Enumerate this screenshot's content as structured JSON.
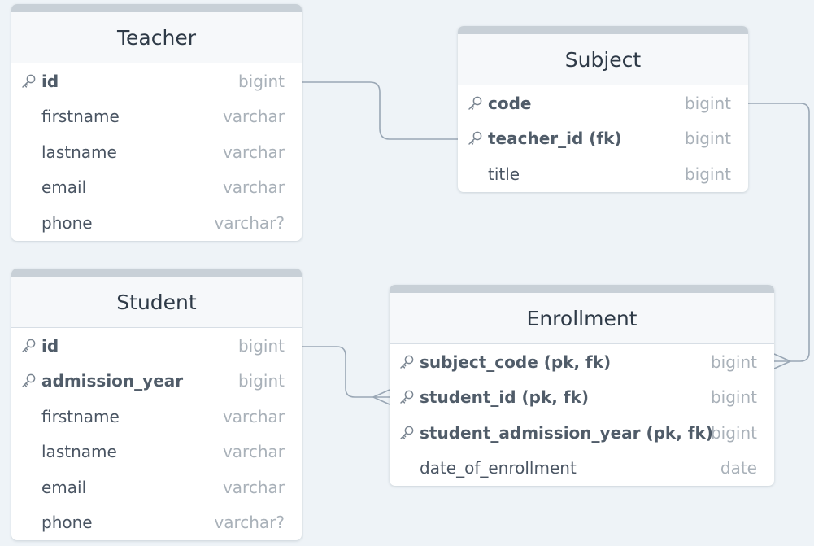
{
  "tables": {
    "teacher": {
      "title": "Teacher",
      "fields": [
        {
          "name": "id",
          "type": "bigint",
          "key": true
        },
        {
          "name": "firstname",
          "type": "varchar",
          "key": false
        },
        {
          "name": "lastname",
          "type": "varchar",
          "key": false
        },
        {
          "name": "email",
          "type": "varchar",
          "key": false
        },
        {
          "name": "phone",
          "type": "varchar?",
          "key": false
        }
      ]
    },
    "subject": {
      "title": "Subject",
      "fields": [
        {
          "name": "code",
          "type": "bigint",
          "key": true
        },
        {
          "name": "teacher_id (fk)",
          "type": "bigint",
          "key": true
        },
        {
          "name": "title",
          "type": "bigint",
          "key": false
        }
      ]
    },
    "student": {
      "title": "Student",
      "fields": [
        {
          "name": "id",
          "type": "bigint",
          "key": true
        },
        {
          "name": "admission_year",
          "type": "bigint",
          "key": true
        },
        {
          "name": "firstname",
          "type": "varchar",
          "key": false
        },
        {
          "name": "lastname",
          "type": "varchar",
          "key": false
        },
        {
          "name": "email",
          "type": "varchar",
          "key": false
        },
        {
          "name": "phone",
          "type": "varchar?",
          "key": false
        }
      ]
    },
    "enrollment": {
      "title": "Enrollment",
      "fields": [
        {
          "name": "subject_code (pk, fk)",
          "type": "bigint",
          "key": true
        },
        {
          "name": "student_id (pk, fk)",
          "type": "bigint",
          "key": true
        },
        {
          "name": "student_admission_year (pk, fk)",
          "type": "bigint",
          "key": true
        },
        {
          "name": "date_of_enrollment",
          "type": "date",
          "key": false
        }
      ]
    }
  },
  "relationships": [
    {
      "from": "teacher.id",
      "to": "subject.teacher_id (fk)",
      "cardinality": "one-to-one"
    },
    {
      "from": "subject.code",
      "to": "enrollment.subject_code (pk, fk)",
      "cardinality": "one-to-many"
    },
    {
      "from": "student.id",
      "to": "enrollment.student_id (pk, fk)",
      "cardinality": "one-to-many"
    }
  ],
  "colors": {
    "background": "#eef3f7",
    "connector": "#9aa7b5",
    "header_bar": "#c8d0d7"
  },
  "icons": {
    "key_field": "key-icon"
  }
}
